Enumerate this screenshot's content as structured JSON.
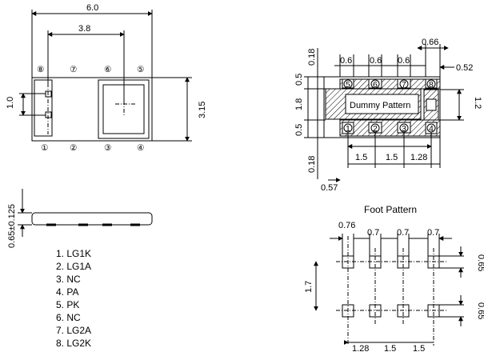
{
  "front_view": {
    "width": "6.0",
    "pin_pitch": "3.8",
    "height": "3.15",
    "pad_spacing": "1.0",
    "pins_top": [
      "⑧",
      "⑦",
      "⑥",
      "⑤"
    ],
    "pins_bottom": [
      "①",
      "②",
      "③",
      "④"
    ]
  },
  "side_view": {
    "thickness": "0.65±0.125"
  },
  "pin_list": [
    "1. LG1K",
    "2. LG1A",
    "3. NC",
    "4. PA",
    "5. PK",
    "6. NC",
    "7. LG2A",
    "8. LG2K"
  ],
  "bottom_view": {
    "dummy_label": "Dummy Pattern",
    "top_pitch_a": "0.6",
    "top_pitch_b": "0.6",
    "top_pitch_c": "0.6",
    "pad_width": "0.66",
    "edge_right": "0.52",
    "edge_top": "0.18",
    "row_top": "0.5",
    "middle": "1.8",
    "row_bottom": "0.5",
    "edge_bottom": "0.18",
    "right_height": "1.2",
    "pitch_a": "1.5",
    "pitch_b": "1.5",
    "pitch_c": "1.28",
    "left_offset": "0.57",
    "pins_top": [
      "5",
      "6",
      "7",
      "8"
    ],
    "pins_bottom": [
      "1",
      "2",
      "3",
      "4"
    ]
  },
  "foot_pattern": {
    "title": "Foot Pattern",
    "pad_top_a": "0.76",
    "pad_top_b": "0.7",
    "pad_top_c": "0.7",
    "pad_top_d": "0.7",
    "row_height_top": "0.65",
    "row_height_bottom": "0.65",
    "row_gap": "1.7",
    "pitch_a": "1.28",
    "pitch_b": "1.5",
    "pitch_c": "1.5"
  }
}
